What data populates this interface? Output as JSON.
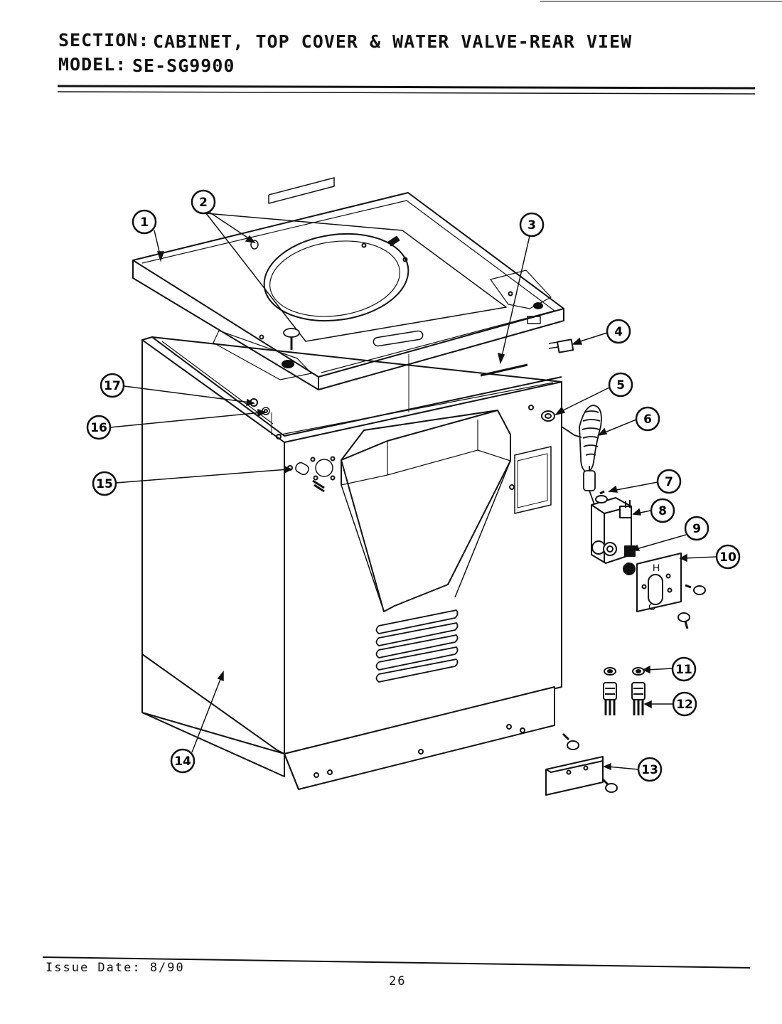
{
  "header": {
    "section_label": "SECTION:",
    "section_title": "CABINET, TOP COVER & WATER VALVE-REAR VIEW",
    "model_label": "MODEL:",
    "model_value": "SE-SG9900"
  },
  "footer": {
    "issue_date": "Issue Date: 8/90",
    "page_number": "26"
  },
  "callouts": [
    "1",
    "2",
    "3",
    "4",
    "5",
    "6",
    "7",
    "8",
    "9",
    "10",
    "11",
    "12",
    "13",
    "14",
    "15",
    "16",
    "17"
  ],
  "valve_plate": {
    "hot": "H",
    "cold": "C"
  }
}
